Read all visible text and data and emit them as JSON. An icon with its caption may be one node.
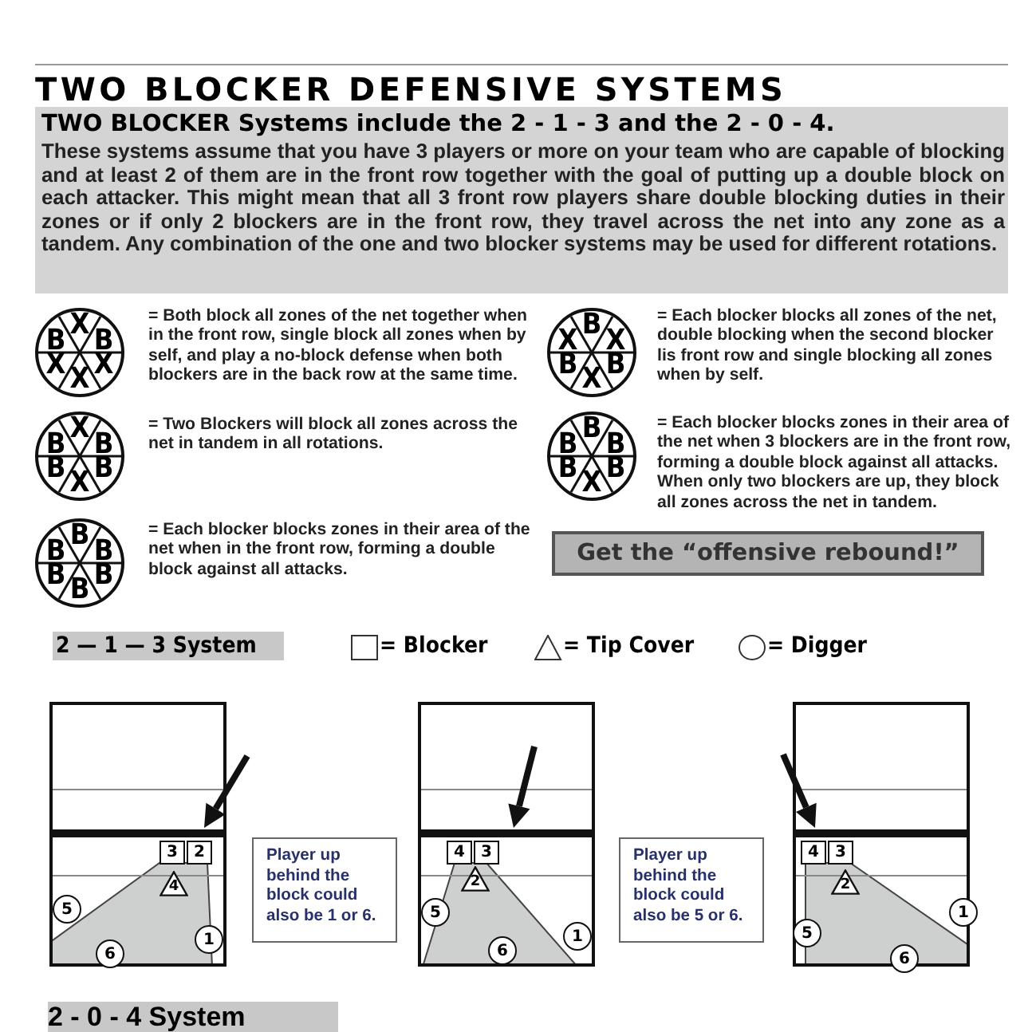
{
  "diagram": {
    "title": "TWO BLOCKER DEFENSIVE SYSTEMS",
    "nodes": [
      {
        "text": [
          "X",
          "B",
          "B",
          "X",
          "X",
          "X"
        ],
        "beside": [
          "= Both block all zones of the net together when in the front row, single block all zones when by self, and play a no-block defense when both blockers are in the back row at the same time."
        ]
      },
      {
        "text": [
          "B",
          "X",
          "X",
          "B",
          "B",
          "X"
        ],
        "beside": [
          "= Each blocker blocks all zones of the net, double blocking when the second blocker lis front row and single blocking all zones when by self."
        ]
      },
      {
        "text": [
          "X",
          "B",
          "B",
          "B",
          "B",
          "X"
        ],
        "beside": [
          "= Two Blockers will block all zones across the net in tandem in all rotations."
        ]
      },
      {
        "text": [
          "B",
          "B",
          "B",
          "B",
          "B",
          "X"
        ],
        "beside": [
          "= Each blocker blocks zones in their area of the net when 3 blockers are in the front row, forming a double block against all attacks. When only two blockers are up, they block all zones across the net in tandem."
        ]
      },
      {
        "text": [
          "B",
          "B",
          "B",
          "B",
          "B",
          "B"
        ],
        "beside": [
          "= Each blocker blocks zones in their area of the net when in the front row, forming a double block against all attacks."
        ]
      },
      {
        "text": [
          "Get the “offensive rebound!”"
        ]
      },
      {
        "text": [],
        "shape": "box"
      },
      {
        "text": [
          "3"
        ],
        "in": 6
      },
      {
        "text": [
          "2"
        ],
        "in": 6
      },
      {
        "text": [
          "4"
        ],
        "in": 6
      },
      {
        "text": [
          "5"
        ],
        "in": 6
      },
      {
        "text": [
          "6"
        ],
        "in": 6
      },
      {
        "text": [
          "1"
        ],
        "in": 6
      },
      {
        "text": [
          "Player up behind the block could also be 1 or 6."
        ]
      },
      {
        "text": [],
        "shape": "box"
      },
      {
        "text": [
          "4"
        ],
        "in": 14
      },
      {
        "text": [
          "3"
        ],
        "in": 14
      },
      {
        "text": [
          "2"
        ],
        "in": 14
      },
      {
        "text": [
          "5"
        ],
        "in": 14
      },
      {
        "text": [
          "6"
        ],
        "in": 14
      },
      {
        "text": [
          "1"
        ],
        "in": 14
      },
      {
        "text": [
          "Player up behind the block could also be 5 or 6."
        ]
      },
      {
        "text": [],
        "shape": "box"
      },
      {
        "text": [
          "4"
        ],
        "in": 22
      },
      {
        "text": [
          "3"
        ],
        "in": 22
      },
      {
        "text": [
          "2"
        ],
        "in": 22
      },
      {
        "text": [
          "5"
        ],
        "in": 22
      },
      {
        "text": [
          "6"
        ],
        "in": 22
      },
      {
        "text": [
          "1"
        ],
        "in": 22
      }
    ],
    "edges": [],
    "labels": [
      "TWO BLOCKER Systems include the 2 - 1 - 3 and the 2 - 0 - 4.",
      "These systems assume that you have 3 players or more on your team who are capable of blocking and at least 2 of them are in the front row together with the goal of putting up a double block on each attacker. This might mean that all 3 front row players share double blocking duties in their zones or if only 2 blockers are in the front row, they travel across the net into any zone as a tandem. Any combination of the one and two blocker systems may be used for different rotations.",
      "2 — 1 — 3 System",
      "2 - 0 - 4 System"
    ],
    "legend": [
      {
        "text": "= Blocker"
      },
      {
        "text": "= Tip Cover"
      },
      {
        "text": "= Digger"
      }
    ]
  }
}
